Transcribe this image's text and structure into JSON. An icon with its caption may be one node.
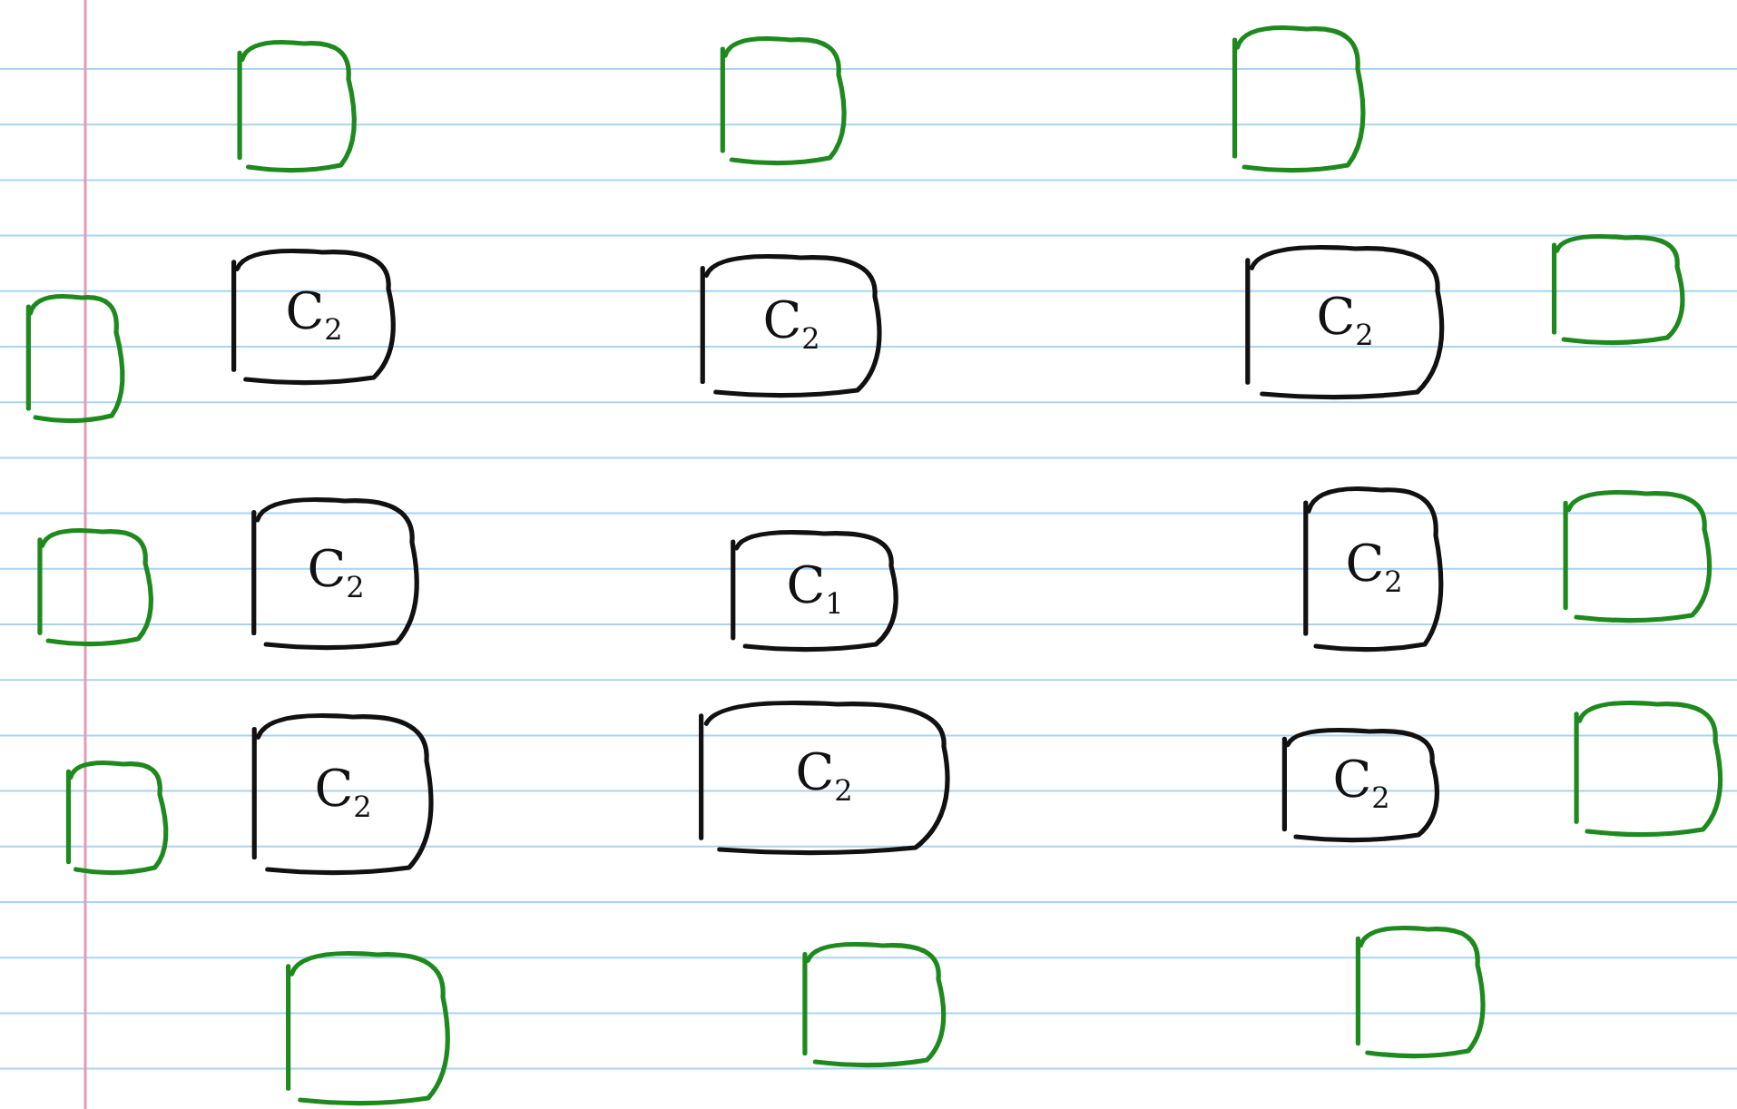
{
  "diagram": {
    "nodes": [
      {
        "text": [],
        "shape": "box"
      },
      {
        "text": [],
        "shape": "box"
      },
      {
        "text": [],
        "shape": "box"
      },
      {
        "text": [],
        "shape": "box"
      },
      {
        "text": [
          "C$_{2}$"
        ]
      },
      {
        "text": [
          "C$_{2}$"
        ]
      },
      {
        "text": [
          "C$_{2}$"
        ]
      },
      {
        "text": [],
        "shape": "box"
      },
      {
        "text": [],
        "shape": "box"
      },
      {
        "text": [
          "C$_{2}$"
        ]
      },
      {
        "text": [
          "C$_{1}$"
        ]
      },
      {
        "text": [
          "C$_{2}$"
        ]
      },
      {
        "text": [],
        "shape": "box"
      },
      {
        "text": [],
        "shape": "box"
      },
      {
        "text": [
          "C$_{2}$"
        ]
      },
      {
        "text": [
          "C$_{2}$"
        ]
      },
      {
        "text": [
          "C$_{2}$"
        ]
      },
      {
        "text": [],
        "shape": "box"
      },
      {
        "text": [],
        "shape": "box"
      },
      {
        "text": [],
        "shape": "box"
      },
      {
        "text": [],
        "shape": "box"
      }
    ]
  }
}
